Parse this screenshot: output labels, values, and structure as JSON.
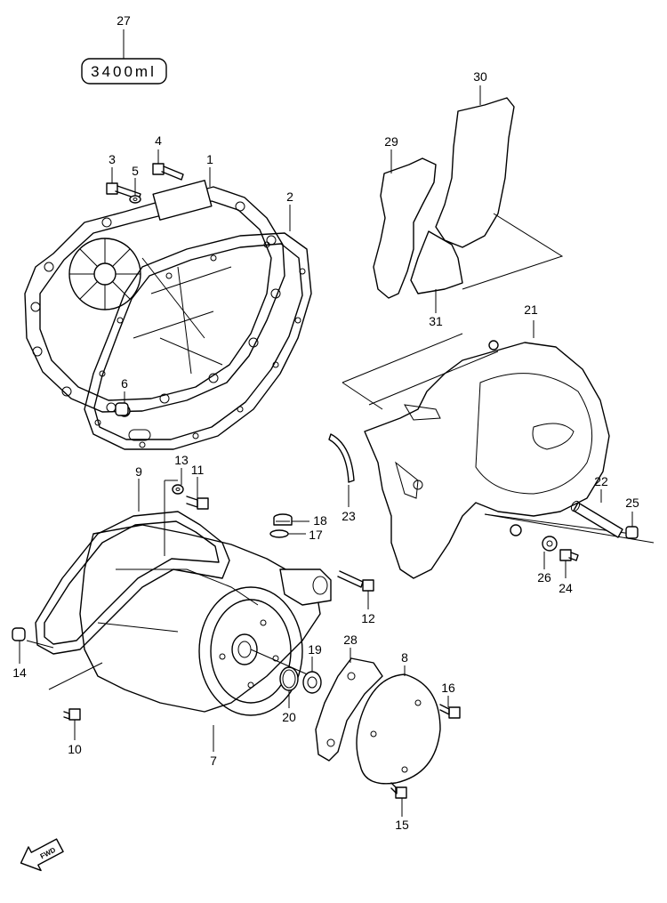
{
  "capacity_box": {
    "value": "3400ml"
  },
  "callouts": [
    "1",
    "2",
    "3",
    "4",
    "5",
    "6",
    "7",
    "8",
    "9",
    "10",
    "11",
    "12",
    "13",
    "14",
    "15",
    "16",
    "17",
    "18",
    "19",
    "20",
    "21",
    "22",
    "23",
    "24",
    "25",
    "26",
    "27",
    "28",
    "29",
    "30",
    "31"
  ],
  "fwd_arrow": {
    "label": "FWD"
  }
}
